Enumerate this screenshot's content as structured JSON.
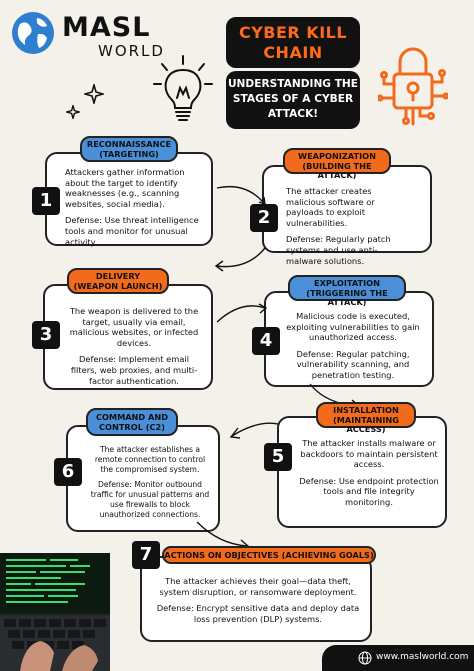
{
  "logo": {
    "name": "MASL",
    "sub": "WORLD",
    "icon": "globe-icon"
  },
  "header": {
    "title": "CYBER KILL CHAIN",
    "subtitle": "UNDERSTANDING THE STAGES OF A CYBER ATTACK!",
    "bulb_icon": "light-bulb-icon",
    "lock_icon": "circuit-lock-icon"
  },
  "colors": {
    "orange": "#f26b1d",
    "blue": "#4a8fd8",
    "dark": "#111111",
    "background": "#f4f1ea"
  },
  "stages": [
    {
      "number": "1",
      "title_line1": "RECONNAISSANCE",
      "title_line2": "(TARGETING)",
      "desc": "Attackers gather information about the target to identify weaknesses (e.g., scanning websites, social media).",
      "defense": "Defense: Use threat intelligence tools and monitor for unusual activity."
    },
    {
      "number": "2",
      "title_line1": "WEAPONIZATION",
      "title_line2": "(BUILDING THE ATTACK)",
      "desc": "The attacker creates malicious software or payloads to exploit vulnerabilities.",
      "defense": "Defense: Regularly patch systems and use anti-malware solutions."
    },
    {
      "number": "3",
      "title_line1": "DELIVERY",
      "title_line2": "(WEAPON LAUNCH)",
      "desc": "The weapon is delivered to the target, usually via email, malicious websites, or infected devices.",
      "defense": "Defense: Implement email filters, web proxies, and multi-factor authentication."
    },
    {
      "number": "4",
      "title_line1": "EXPLOITATION",
      "title_line2": "(TRIGGERING THE ATTACK)",
      "desc": "Malicious code is executed, exploiting vulnerabilities to gain unauthorized access.",
      "defense": "Defense: Regular patching, vulnerability scanning, and penetration testing."
    },
    {
      "number": "5",
      "title_line1": "INSTALLATION",
      "title_line2": "(MAINTAINING ACCESS)",
      "desc": "The attacker installs malware or backdoors to maintain persistent access.",
      "defense": "Defense: Use endpoint protection tools and file integrity monitoring."
    },
    {
      "number": "6",
      "title_line1": "COMMAND AND",
      "title_line2": "CONTROL (C2)",
      "desc": "The attacker establishes a remote connection to control the compromised system.",
      "defense": "Defense: Monitor outbound traffic for unusual patterns and use firewalls to block unauthorized connections."
    },
    {
      "number": "7",
      "title_line1": "ACTIONS ON OBJECTIVES (ACHIEVING GOALS)",
      "title_line2": "",
      "desc": "The attacker achieves their goal—data theft, system disruption, or ransomware deployment.",
      "defense": "Defense: Encrypt sensitive data and deploy data loss prevention (DLP) systems."
    }
  ],
  "footer": {
    "url": "www.maslworld.com",
    "icon": "globe-icon"
  },
  "photo": {
    "icon": "laptop-keyboard-photo"
  }
}
